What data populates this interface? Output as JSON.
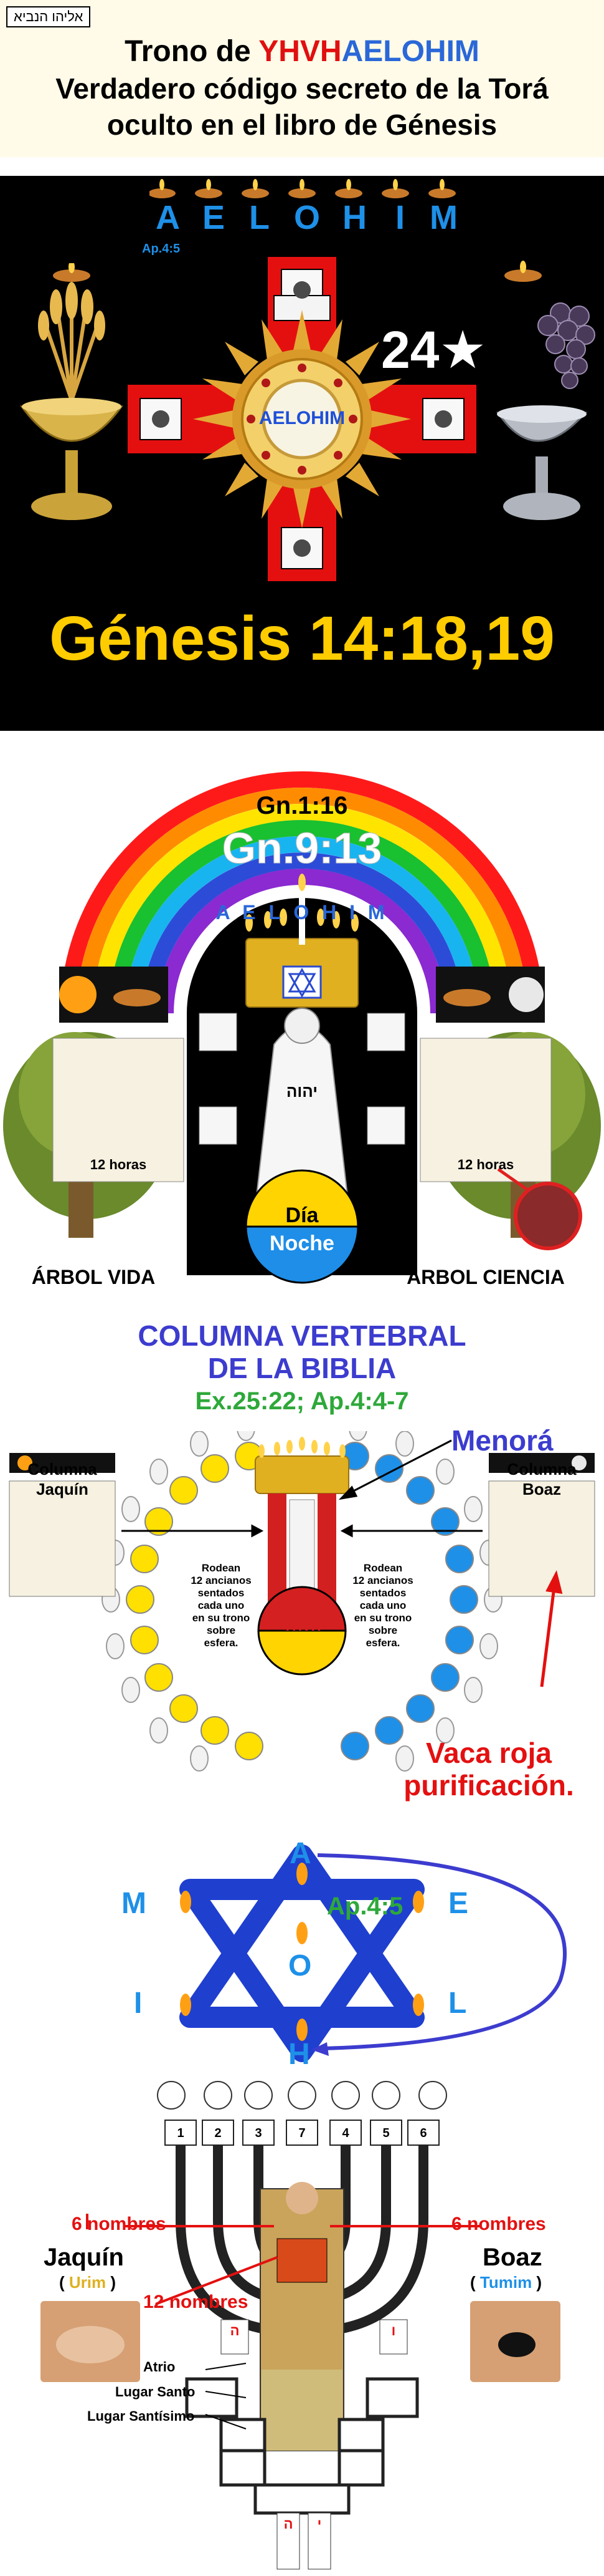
{
  "header": {
    "hebrew_badge": "אליהו הנביא",
    "title_prefix": "Trono de ",
    "title_yhvh": "YHVH",
    "title_aelohim": "AELOHIM",
    "line2": "Verdadero código secreto de la Torá",
    "line3": "oculto en el libro de Génesis"
  },
  "panel1": {
    "aelohim_letters": [
      "A",
      "E",
      "L",
      "O",
      "H",
      "I",
      "M"
    ],
    "ref": "Ap.4:5",
    "badge_number": "24",
    "star": "★",
    "center_label": "AELOHIM",
    "verse": "Génesis 14:18,19"
  },
  "panel2": {
    "ref1": "Gn.1:16",
    "ref2": "Gn.9:13",
    "aelohim_arc": "A E L O H I M",
    "hebrew_yhvh": "יהוה",
    "dia": "Día",
    "noche": "Noche",
    "hours_left": "12 horas",
    "hours_right": "12 horas",
    "tree_life": "ÁRBOL VIDA",
    "tree_knowledge": "ÁRBOL CIENCIA"
  },
  "panel3": {
    "title1": "COLUMNA VERTEBRAL",
    "title2": "DE LA BIBLIA",
    "refs": "Ex.25:22; Ap.4:4-7",
    "menora": "Menorá",
    "col_left_1": "Columna",
    "col_left_2": "Jaquín",
    "col_right_1": "Columna",
    "col_right_2": "Boaz",
    "rodean_lines": [
      "Rodean",
      "12 ancianos",
      "sentados",
      "cada uno",
      "en su trono",
      "sobre",
      "esfera."
    ],
    "yhvh": "YHVH",
    "vaca1": "Vaca roja",
    "vaca2": "purificación."
  },
  "panel4": {
    "A": "A",
    "M": "M",
    "E": "E",
    "I": "I",
    "L": "L",
    "O": "O",
    "H": "H",
    "ref": "Ap.4:5"
  },
  "panel5": {
    "six_left": "6 nombres",
    "six_right": "6 nombres",
    "jaquin": "Jaquín",
    "urim": "Urim",
    "boaz": "Boaz",
    "tumim": "Tumim",
    "twelve": "12 nombres",
    "atrio": "Atrio",
    "lugar_santo": "Lugar Santo",
    "lugar_santisimo": "Lugar Santísimo",
    "lamp_numbers": [
      "1",
      "2",
      "3",
      "7",
      "4",
      "5",
      "6"
    ],
    "hebrew_letters": [
      "ה",
      "ו",
      "ה",
      "י"
    ]
  },
  "colors": {
    "red": "#e01010",
    "blue": "#2a68d8",
    "yellow": "#ffcc00",
    "gold": "#f6c21a",
    "green": "#2ea83a",
    "purple_blue": "#3c3ccf"
  }
}
